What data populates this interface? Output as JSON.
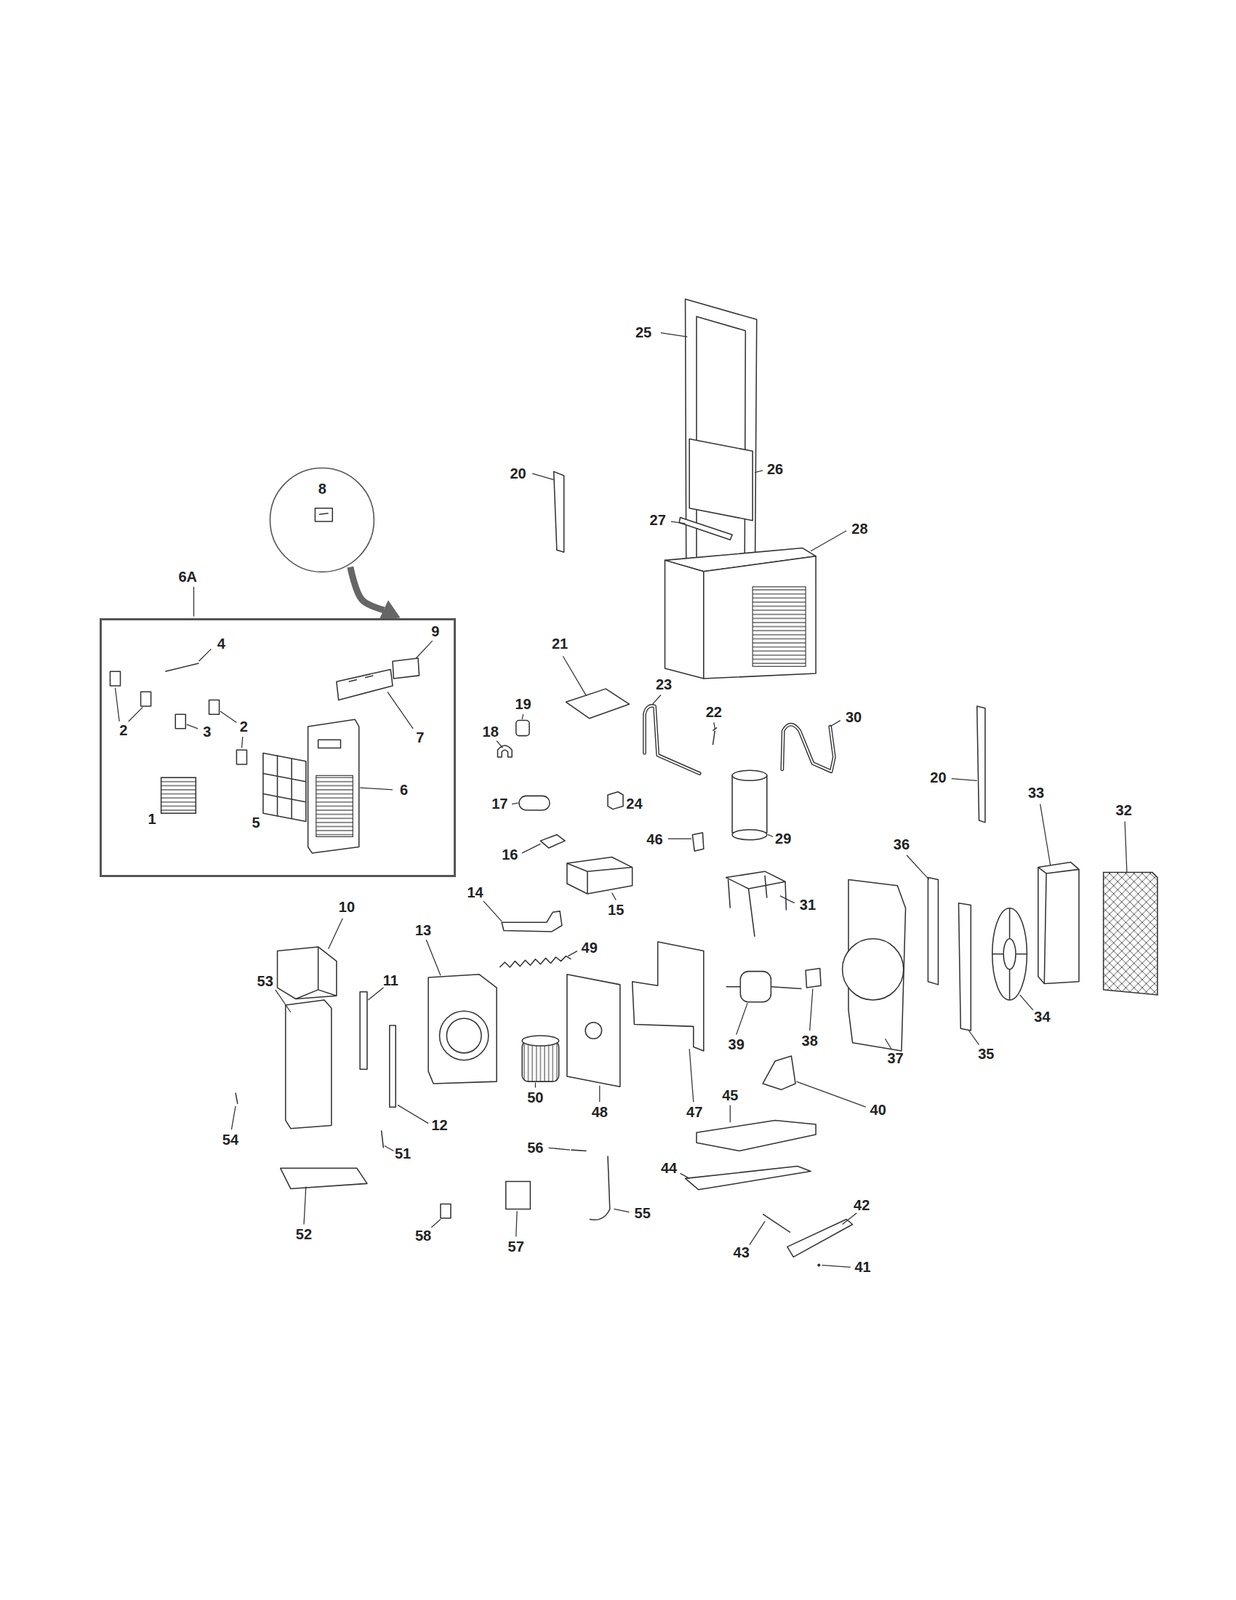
{
  "diagram": {
    "nodes": [
      {
        "text": [
          "6A"
        ]
      },
      {
        "text": [
          "8"
        ]
      }
    ],
    "edges": [
      {
        "from": 1,
        "to": 0,
        "arrow": "to"
      }
    ],
    "labels": [
      "25",
      "20",
      "26",
      "27",
      "28",
      "4",
      "9",
      "21",
      "23",
      "19",
      "22",
      "30",
      "2",
      "3",
      "2",
      "18",
      "7",
      "20",
      "6",
      "33",
      "17",
      "24",
      "32",
      "1",
      "5",
      "29",
      "46",
      "36",
      "16",
      "14",
      "31",
      "10",
      "15",
      "13",
      "49",
      "11",
      "53",
      "34",
      "38",
      "39",
      "35",
      "37",
      "45",
      "50",
      "40",
      "48",
      "47",
      "12",
      "54",
      "56",
      "51",
      "44",
      "55",
      "42",
      "52",
      "58",
      "57",
      "43",
      "41"
    ]
  }
}
